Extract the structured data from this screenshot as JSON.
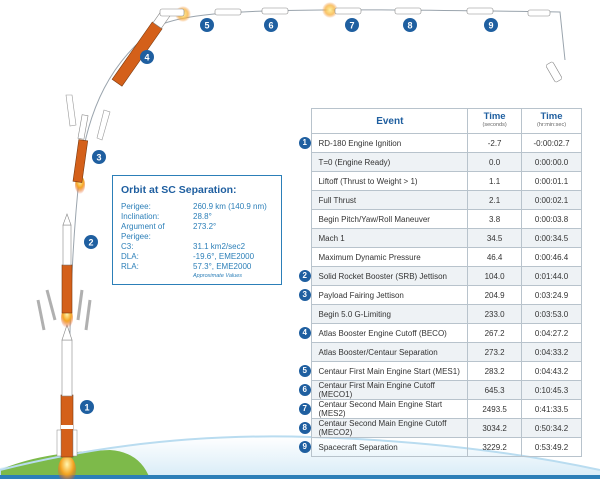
{
  "orbit": {
    "title": "Orbit at SC Separation:",
    "rows": [
      {
        "label": "Perigee:",
        "value": "260.9 km (140.9 nm)"
      },
      {
        "label": "Inclination:",
        "value": "28.8°"
      },
      {
        "label": "Argument of Perigee:",
        "value": "273.2°"
      },
      {
        "label": "C3:",
        "value": "31.1 km2/sec2"
      },
      {
        "label": "DLA:",
        "value": "-19.6°, EME2000"
      },
      {
        "label": "RLA:",
        "value": "57.3°, EME2000"
      }
    ],
    "note": "Approximate Values"
  },
  "table": {
    "headers": {
      "event": "Event",
      "time_seconds": "Time",
      "time_seconds_unit": "(seconds)",
      "time_clock": "Time",
      "time_clock_unit": "(hr:min:sec)"
    },
    "rows": [
      {
        "badge": "1",
        "event": "RD-180 Engine Ignition",
        "seconds": "-2.7",
        "clock": "-0:00:02.7"
      },
      {
        "badge": "",
        "event": "T=0 (Engine Ready)",
        "seconds": "0.0",
        "clock": "0:00:00.0"
      },
      {
        "badge": "",
        "event": "Liftoff (Thrust to Weight > 1)",
        "seconds": "1.1",
        "clock": "0:00:01.1"
      },
      {
        "badge": "",
        "event": "Full Thrust",
        "seconds": "2.1",
        "clock": "0:00:02.1"
      },
      {
        "badge": "",
        "event": "Begin Pitch/Yaw/Roll Maneuver",
        "seconds": "3.8",
        "clock": "0:00:03.8"
      },
      {
        "badge": "",
        "event": "Mach 1",
        "seconds": "34.5",
        "clock": "0:00:34.5"
      },
      {
        "badge": "",
        "event": "Maximum Dynamic Pressure",
        "seconds": "46.4",
        "clock": "0:00:46.4"
      },
      {
        "badge": "2",
        "event": "Solid Rocket Booster (SRB) Jettison",
        "seconds": "104.0",
        "clock": "0:01:44.0"
      },
      {
        "badge": "3",
        "event": "Payload Fairing Jettison",
        "seconds": "204.9",
        "clock": "0:03:24.9"
      },
      {
        "badge": "",
        "event": "Begin 5.0 G-Limiting",
        "seconds": "233.0",
        "clock": "0:03:53.0"
      },
      {
        "badge": "4",
        "event": "Atlas Booster Engine Cutoff (BECO)",
        "seconds": "267.2",
        "clock": "0:04:27.2"
      },
      {
        "badge": "",
        "event": "Atlas Booster/Centaur Separation",
        "seconds": "273.2",
        "clock": "0:04:33.2"
      },
      {
        "badge": "5",
        "event": "Centaur First Main Engine Start (MES1)",
        "seconds": "283.2",
        "clock": "0:04:43.2"
      },
      {
        "badge": "6",
        "event": "Centaur First Main Engine Cutoff (MECO1)",
        "seconds": "645.3",
        "clock": "0:10:45.3"
      },
      {
        "badge": "7",
        "event": "Centaur Second Main Engine Start (MES2)",
        "seconds": "2493.5",
        "clock": "0:41:33.5"
      },
      {
        "badge": "8",
        "event": "Centaur Second Main Engine Cutoff (MECO2)",
        "seconds": "3034.2",
        "clock": "0:50:34.2"
      },
      {
        "badge": "9",
        "event": "Spacecraft Separation",
        "seconds": "3229.2",
        "clock": "0:53:49.2"
      }
    ]
  },
  "markers": [
    "1",
    "2",
    "3",
    "4",
    "5",
    "6",
    "7",
    "8",
    "9"
  ],
  "colors": {
    "accent_blue": "#1f5fa0",
    "rocket_orange": "#d4601a",
    "flame": "#f5a623",
    "sky_blue": "#cfe6f5",
    "earth_green": "#7dba4a"
  }
}
